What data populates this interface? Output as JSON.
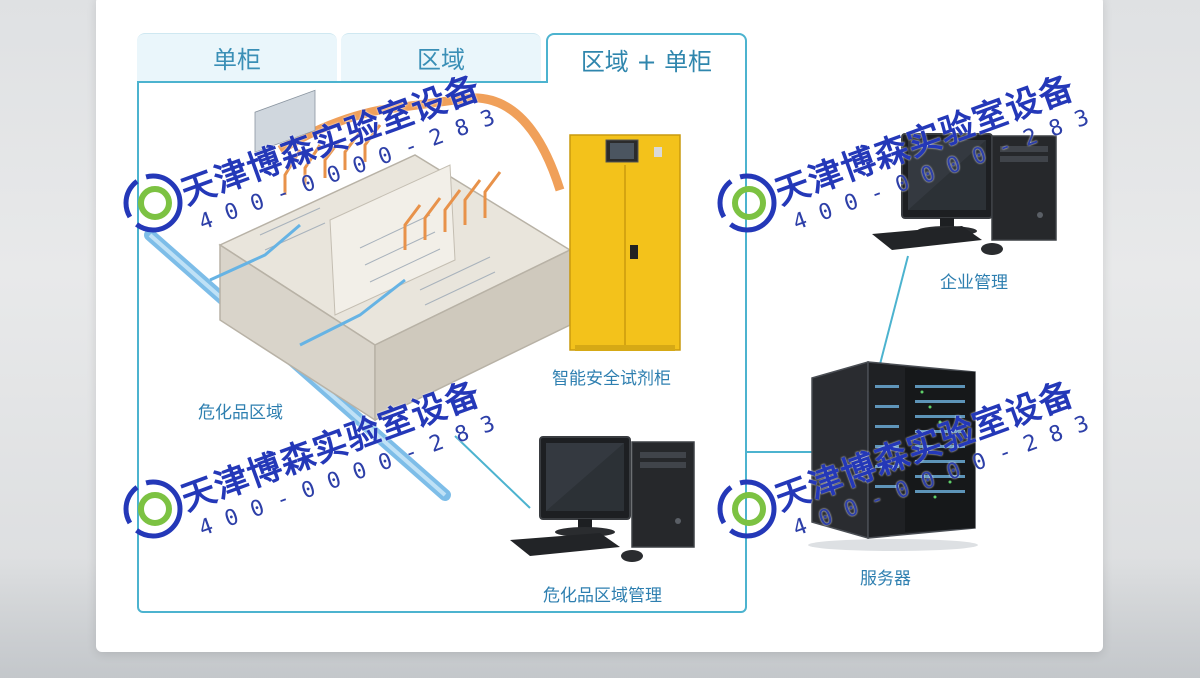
{
  "tabs": [
    {
      "label": "单柜"
    },
    {
      "label": "区域"
    },
    {
      "label": "区域 + 单柜"
    }
  ],
  "labels": {
    "hazard_zone": "危化品区域",
    "smart_cabinet": "智能安全试剂柜",
    "hazard_zone_mgmt": "危化品区域管理",
    "enterprise_mgmt": "企业管理",
    "server": "服务器"
  },
  "watermark": {
    "title": "天津博森实验室设备",
    "phone": "400-0000-283"
  },
  "colors": {
    "accent": "#4cb3cf",
    "label_text": "#2e7fb0",
    "cabinet": "#f3c21b",
    "watermark": "#2438b8"
  }
}
